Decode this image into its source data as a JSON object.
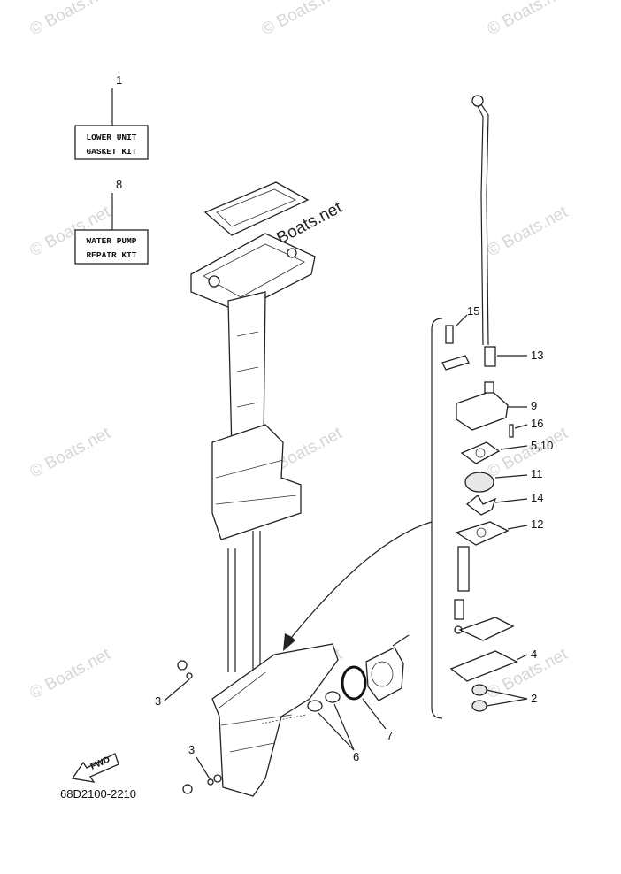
{
  "watermark": "© Boats.net",
  "kits": [
    {
      "ref": "1",
      "line1": "LOWER UNIT",
      "line2": "GASKET KIT"
    },
    {
      "ref": "8",
      "line1": "WATER PUMP",
      "line2": "REPAIR KIT"
    }
  ],
  "callouts": {
    "c15": "15",
    "c13": "13",
    "c9": "9",
    "c16": "16",
    "c510": "5,10",
    "c11": "11",
    "c14": "14",
    "c12": "12",
    "c4": "4",
    "c2": "2",
    "c3a": "3",
    "c3b": "3",
    "c6": "6",
    "c7": "7"
  },
  "fwd_label": "FWD",
  "diagram_code": "68D2100-2210"
}
